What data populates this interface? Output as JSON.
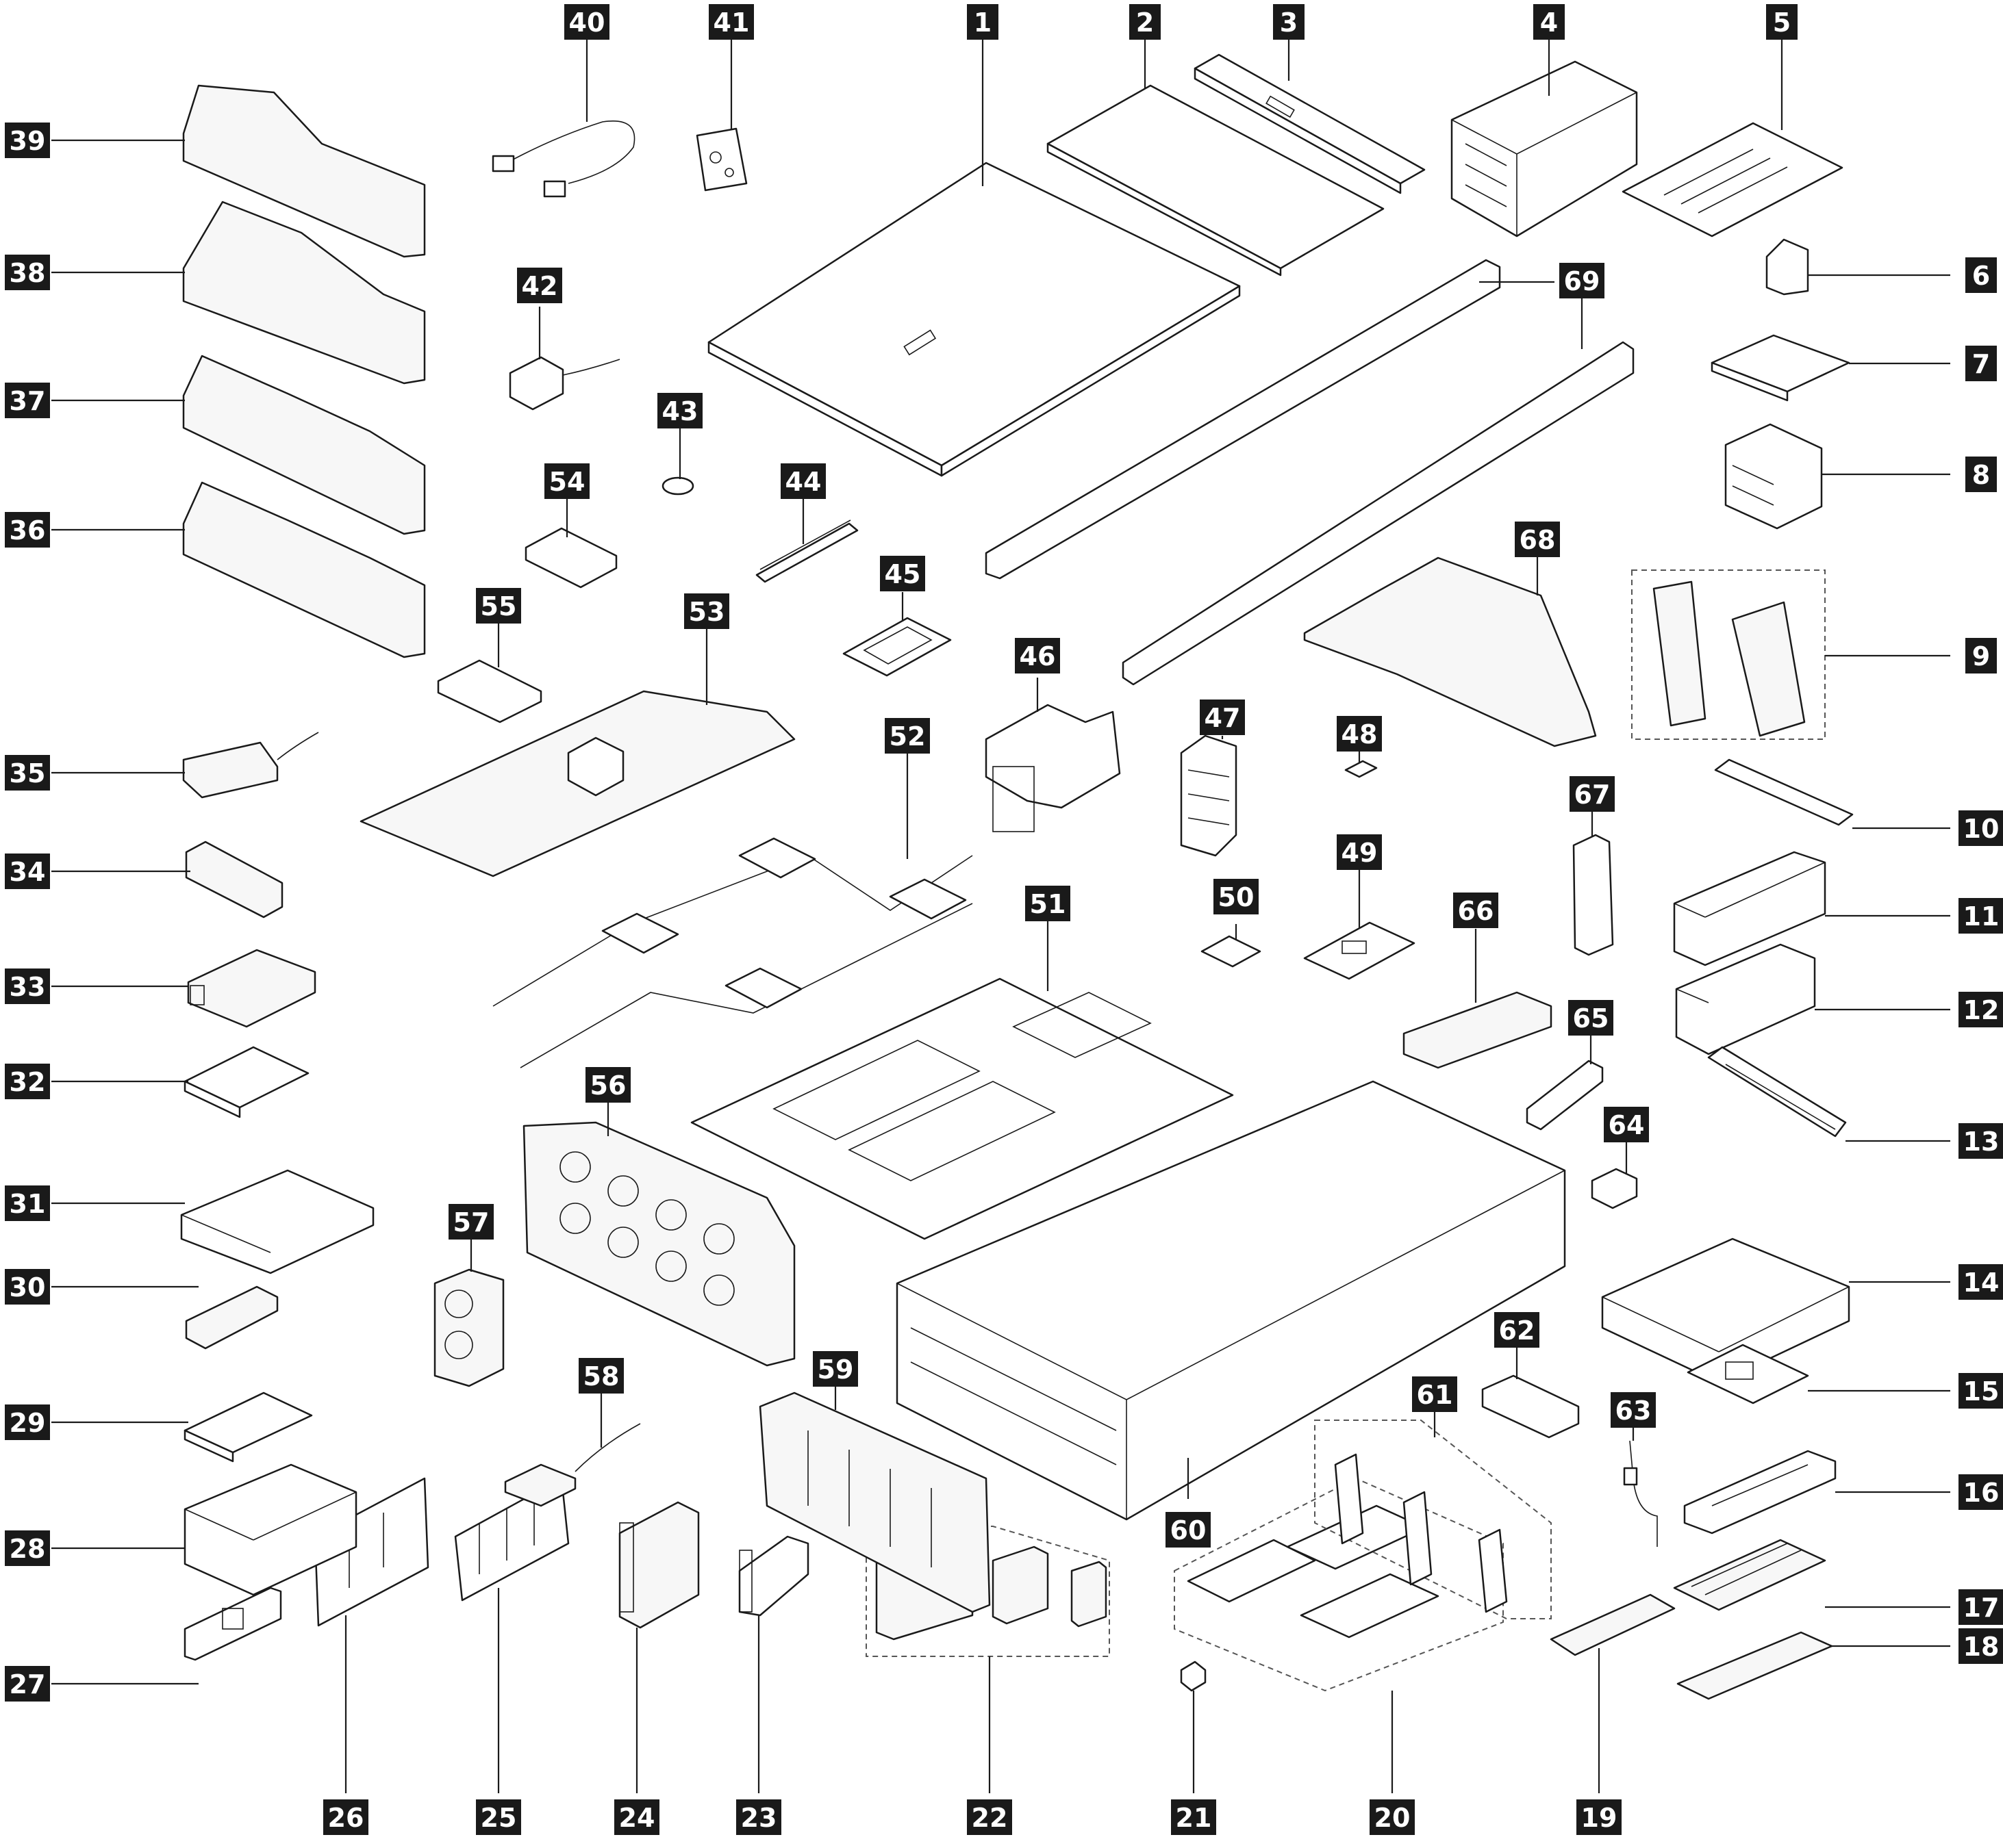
{
  "callouts": [
    {
      "id": "1",
      "label": "1"
    },
    {
      "id": "2",
      "label": "2"
    },
    {
      "id": "3",
      "label": "3"
    },
    {
      "id": "4",
      "label": "4"
    },
    {
      "id": "5",
      "label": "5"
    },
    {
      "id": "6",
      "label": "6"
    },
    {
      "id": "7",
      "label": "7"
    },
    {
      "id": "8",
      "label": "8"
    },
    {
      "id": "9",
      "label": "9"
    },
    {
      "id": "10",
      "label": "10"
    },
    {
      "id": "11",
      "label": "11"
    },
    {
      "id": "12",
      "label": "12"
    },
    {
      "id": "13",
      "label": "13"
    },
    {
      "id": "14",
      "label": "14"
    },
    {
      "id": "15",
      "label": "15"
    },
    {
      "id": "16",
      "label": "16"
    },
    {
      "id": "17",
      "label": "17"
    },
    {
      "id": "18",
      "label": "18"
    },
    {
      "id": "19",
      "label": "19"
    },
    {
      "id": "20",
      "label": "20"
    },
    {
      "id": "21",
      "label": "21"
    },
    {
      "id": "22",
      "label": "22"
    },
    {
      "id": "23",
      "label": "23"
    },
    {
      "id": "24",
      "label": "24"
    },
    {
      "id": "25",
      "label": "25"
    },
    {
      "id": "26",
      "label": "26"
    },
    {
      "id": "27",
      "label": "27"
    },
    {
      "id": "28",
      "label": "28"
    },
    {
      "id": "29",
      "label": "29"
    },
    {
      "id": "30",
      "label": "30"
    },
    {
      "id": "31",
      "label": "31"
    },
    {
      "id": "32",
      "label": "32"
    },
    {
      "id": "33",
      "label": "33"
    },
    {
      "id": "34",
      "label": "34"
    },
    {
      "id": "35",
      "label": "35"
    },
    {
      "id": "36",
      "label": "36"
    },
    {
      "id": "37",
      "label": "37"
    },
    {
      "id": "38",
      "label": "38"
    },
    {
      "id": "39",
      "label": "39"
    },
    {
      "id": "40",
      "label": "40"
    },
    {
      "id": "41",
      "label": "41"
    },
    {
      "id": "42",
      "label": "42"
    },
    {
      "id": "43",
      "label": "43"
    },
    {
      "id": "44",
      "label": "44"
    },
    {
      "id": "45",
      "label": "45"
    },
    {
      "id": "46",
      "label": "46"
    },
    {
      "id": "47",
      "label": "47"
    },
    {
      "id": "48",
      "label": "48"
    },
    {
      "id": "49",
      "label": "49"
    },
    {
      "id": "50",
      "label": "50"
    },
    {
      "id": "51",
      "label": "51"
    },
    {
      "id": "52",
      "label": "52"
    },
    {
      "id": "53",
      "label": "53"
    },
    {
      "id": "54",
      "label": "54"
    },
    {
      "id": "55",
      "label": "55"
    },
    {
      "id": "56",
      "label": "56"
    },
    {
      "id": "57",
      "label": "57"
    },
    {
      "id": "58",
      "label": "58"
    },
    {
      "id": "59",
      "label": "59"
    },
    {
      "id": "60",
      "label": "60"
    },
    {
      "id": "61",
      "label": "61"
    },
    {
      "id": "62",
      "label": "62"
    },
    {
      "id": "63",
      "label": "63"
    },
    {
      "id": "64",
      "label": "64"
    },
    {
      "id": "65",
      "label": "65"
    },
    {
      "id": "66",
      "label": "66"
    },
    {
      "id": "67",
      "label": "67"
    },
    {
      "id": "68",
      "label": "68"
    },
    {
      "id": "69",
      "label": "69"
    }
  ],
  "colors": {
    "badge": "#1a1a1a",
    "badge_text": "#ffffff",
    "line": "#1a1a1a",
    "background": "#ffffff"
  }
}
